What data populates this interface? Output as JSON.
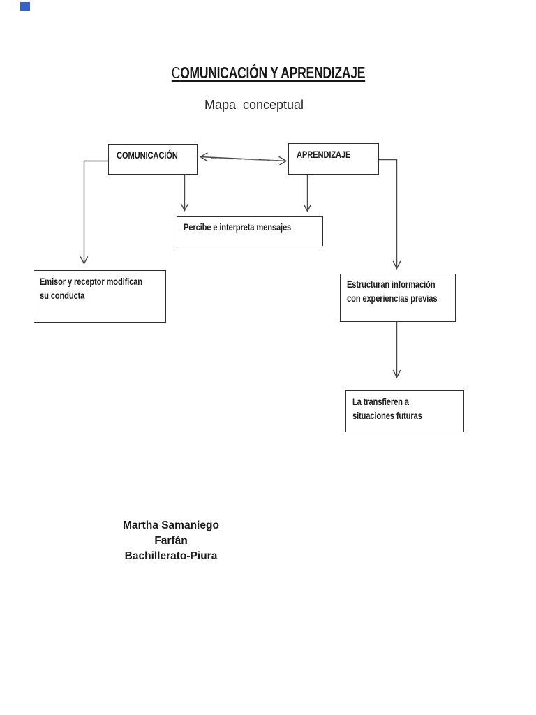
{
  "header": {
    "title_initial": "C",
    "title_rest": "OMUNICACIÓN Y APRENDIZAJE",
    "subtitle": "Mapa  conceptual"
  },
  "diagram": {
    "nodes": {
      "comunicacion": {
        "label": "COMUNICACIÓN"
      },
      "aprendizaje": {
        "label": "APRENDIZAJE"
      },
      "percibe": {
        "label": "Percibe e interpreta mensajes"
      },
      "emisor": {
        "lines": [
          "Emisor y receptor modifican",
          "su conducta"
        ]
      },
      "estructuran": {
        "lines": [
          "Estructuran información",
          "con experiencias previas"
        ]
      },
      "transfieren": {
        "lines": [
          "La transfieren a",
          "situaciones futuras"
        ]
      }
    },
    "colors": {
      "connector_line": "#474747",
      "box_border": "#2f2f2f",
      "text": "#1c1c1c",
      "corner_square": "#3462c9"
    }
  },
  "footer": {
    "author_name": "Martha Samaniego Farfán",
    "author_location": "Bachillerato-Piura"
  }
}
